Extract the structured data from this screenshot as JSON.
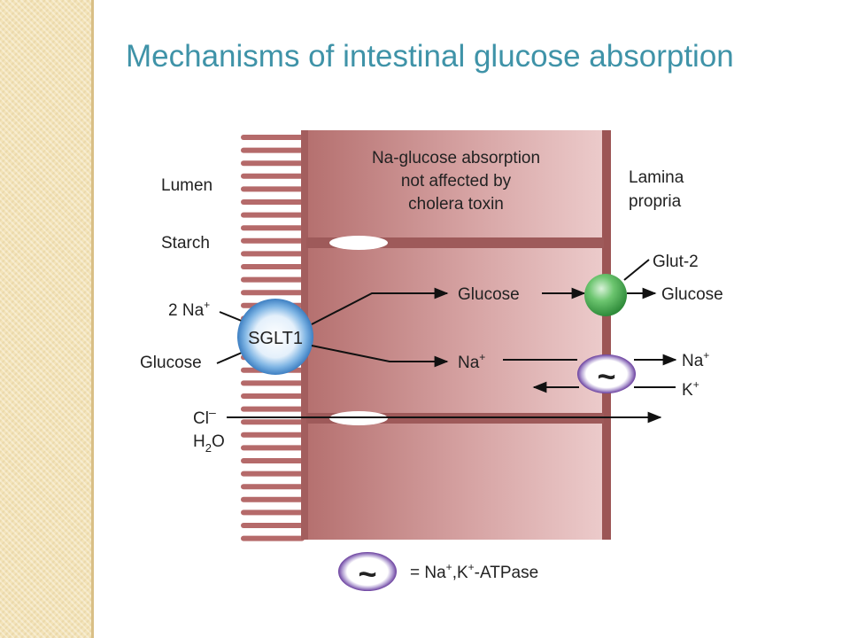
{
  "slide": {
    "title": "Mechanisms of intestinal glucose absorption"
  },
  "diagram": {
    "lumen_label": "Lumen",
    "starch_label": "Starch",
    "na_input": {
      "text": "2 Na",
      "sup": "+"
    },
    "glucose_input": "Glucose",
    "sglt1_label": "SGLT1",
    "cell_note": {
      "line1": "Na-glucose absorption",
      "line2": "not affected by",
      "line3": "cholera toxin"
    },
    "lamina_propria": {
      "line1": "Lamina",
      "line2": "propria"
    },
    "glut2_label": "Glut-2",
    "glucose_intracellular": "Glucose",
    "glucose_out": "Glucose",
    "na_intracellular": {
      "text": "Na",
      "sup": "+"
    },
    "na_out": {
      "text": "Na",
      "sup": "+"
    },
    "k_in": {
      "text": "K",
      "sup": "+"
    },
    "cl_label": {
      "text": "Cl",
      "sup": "–"
    },
    "water_label": {
      "h": "H",
      "sub": "2",
      "o": "O"
    },
    "pump_symbol": "~",
    "legend": {
      "symbol": "~",
      "eq": "= Na",
      "sup1": "+",
      "mid": ",K",
      "sup2": "+",
      "rest": "-ATPase"
    }
  },
  "colors": {
    "title": "#3f93a8",
    "cell_dark": "#b66e6e",
    "cell_light": "#e8c4c4",
    "membrane": "#a05a5a",
    "sglt1_fill": "#5b9ed6",
    "glut2_fill": "#49b158",
    "pump_ring": "#6a3f9e"
  }
}
